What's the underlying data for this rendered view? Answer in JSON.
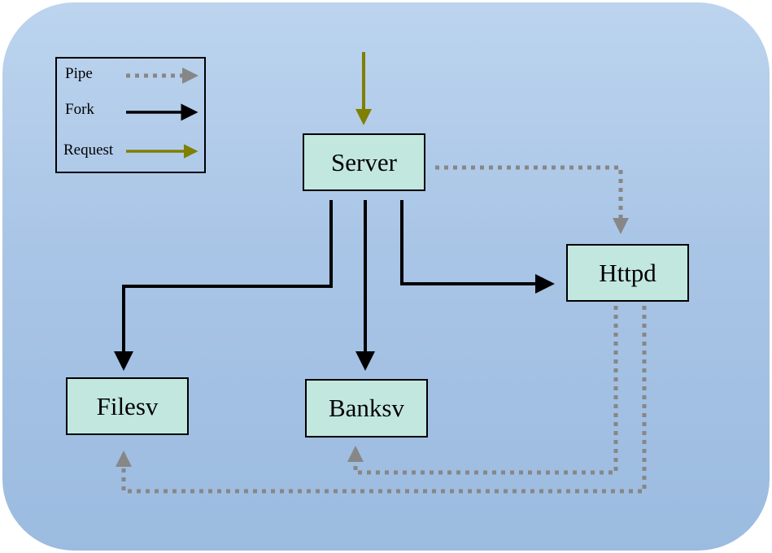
{
  "legend": {
    "pipe": "Pipe",
    "fork": "Fork",
    "request": "Request"
  },
  "nodes": {
    "server": "Server",
    "httpd": "Httpd",
    "filesv": "Filesv",
    "banksv": "Banksv"
  },
  "colors": {
    "pipe": "#878787",
    "fork": "#000000",
    "request": "#7f7f00",
    "node_fill": "#c2e7df"
  }
}
